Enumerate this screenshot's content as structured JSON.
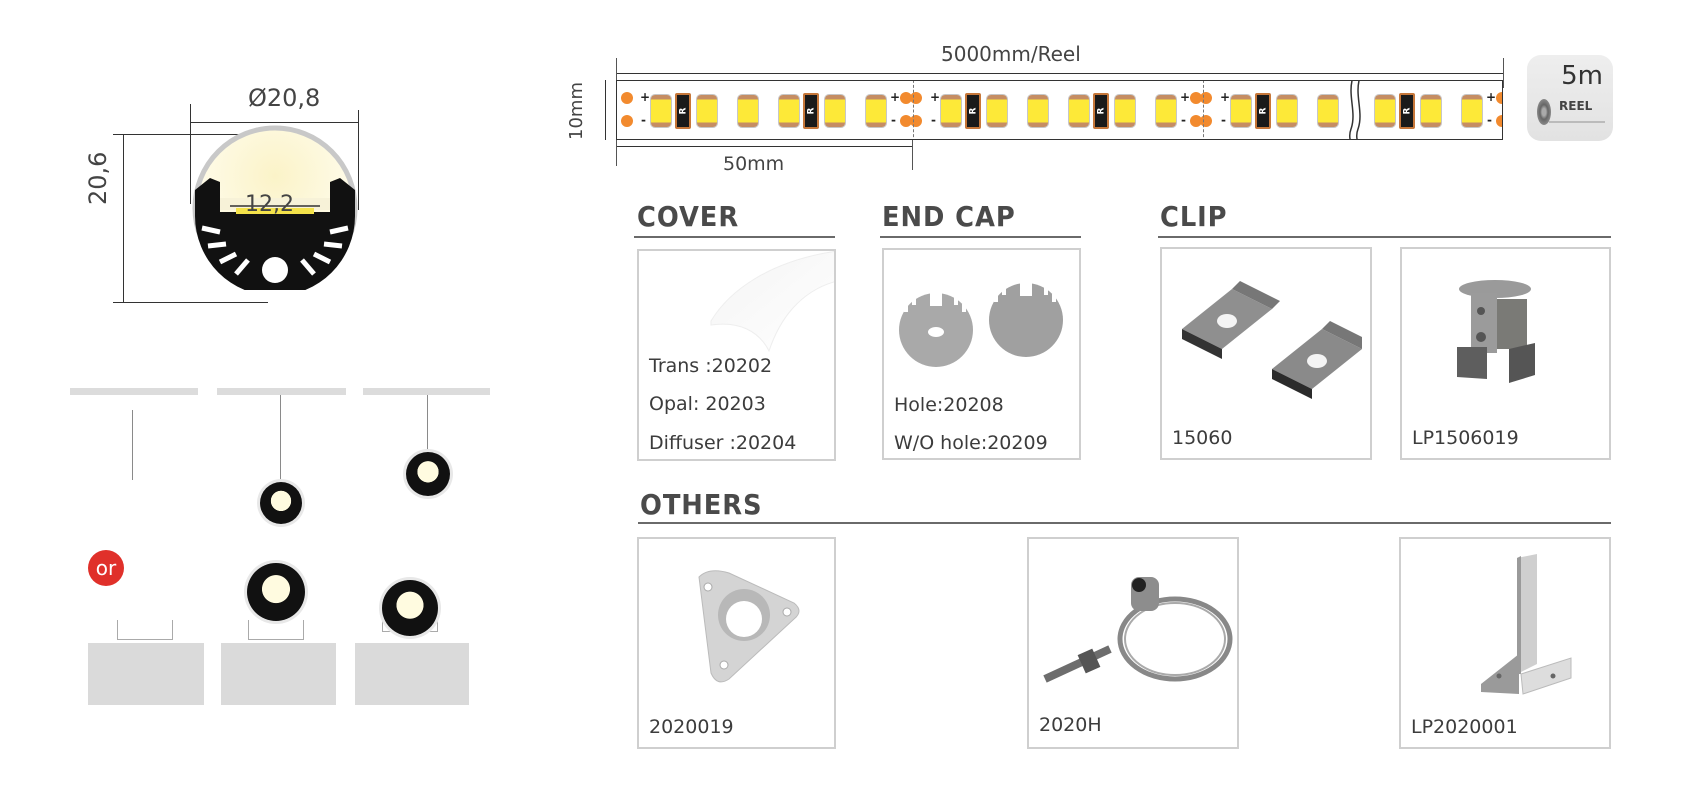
{
  "profile": {
    "diameter_label": "Ø20,8",
    "height_label": "20,6",
    "inner_width_label": "12,2"
  },
  "strip": {
    "length_label": "5000mm/Reel",
    "width_label": "10mm",
    "cut_label": "50mm",
    "resistor_mark": "R",
    "plus": "+",
    "minus": "-",
    "reel_badge": {
      "size": "5m",
      "label": "REEL"
    },
    "colors": {
      "led_yellow": "#fde938",
      "pad_orange": "#f28a2e",
      "resistor_black": "#1a1a1a"
    }
  },
  "sections": {
    "cover": {
      "title": "COVER",
      "lines": [
        "Trans :20202",
        "Opal:  20203",
        "Diffuser :20204"
      ]
    },
    "end_cap": {
      "title": "END CAP",
      "lines": [
        "Hole:20208",
        "W/O hole:20209"
      ]
    },
    "clip": {
      "title": "CLIP",
      "items": [
        {
          "code": "15060"
        },
        {
          "code": "LP1506019"
        }
      ]
    },
    "others": {
      "title": "OTHERS",
      "items": [
        {
          "code": "2020019"
        },
        {
          "code": "2020H"
        },
        {
          "code": "LP2020001"
        }
      ]
    }
  },
  "installation": {
    "or_label": "or",
    "or_color": "#e0302a"
  }
}
